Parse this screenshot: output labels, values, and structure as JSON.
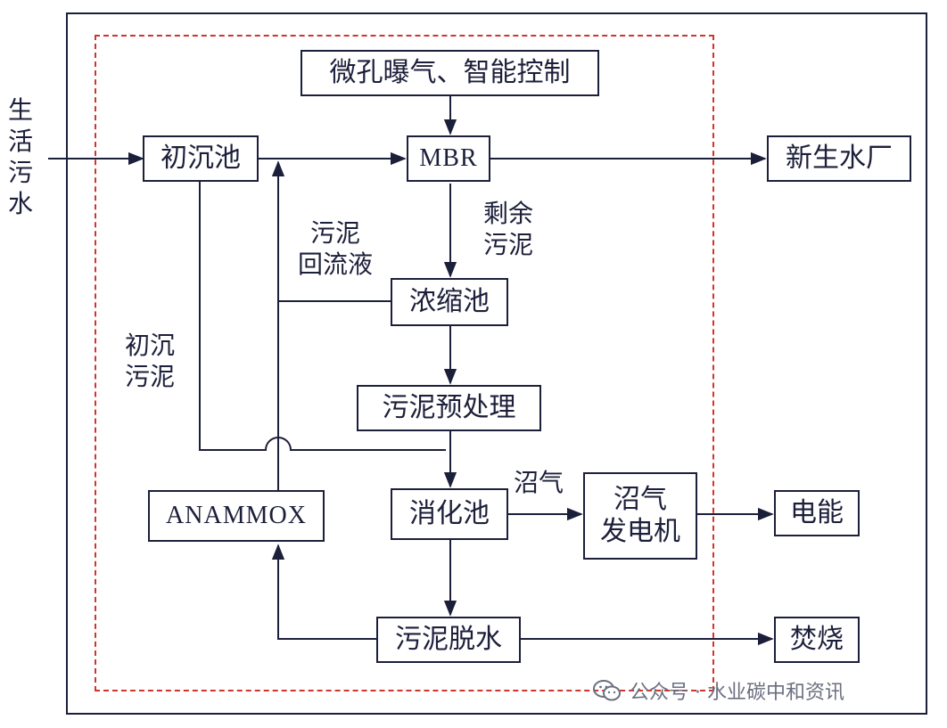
{
  "input_label": "生活污水",
  "nodes": {
    "aeration": "微孔曝气、智能控制",
    "primary_tank": "初沉池",
    "mbr": "MBR",
    "water_plant": "新生水厂",
    "thickener": "浓缩池",
    "pretreatment": "污泥预处理",
    "digester": "消化池",
    "generator": [
      "沼气",
      "发电机"
    ],
    "electricity": "电能",
    "anammox": "ANAMMOX",
    "dewatering": "污泥脱水",
    "incineration": "焚烧"
  },
  "edge_labels": {
    "excess_sludge": [
      "剩余",
      "污泥"
    ],
    "return_liquor": [
      "污泥",
      "回流液"
    ],
    "primary_sludge": [
      "初沉",
      "污泥"
    ],
    "biogas": "沼气"
  },
  "watermark": {
    "icon": "wechat-icon",
    "text": "公众号 · 水业碳中和资讯"
  },
  "colors": {
    "line": "#1c1f3a",
    "dashed_border": "#d0352d",
    "watermark": "#6b6f80"
  }
}
